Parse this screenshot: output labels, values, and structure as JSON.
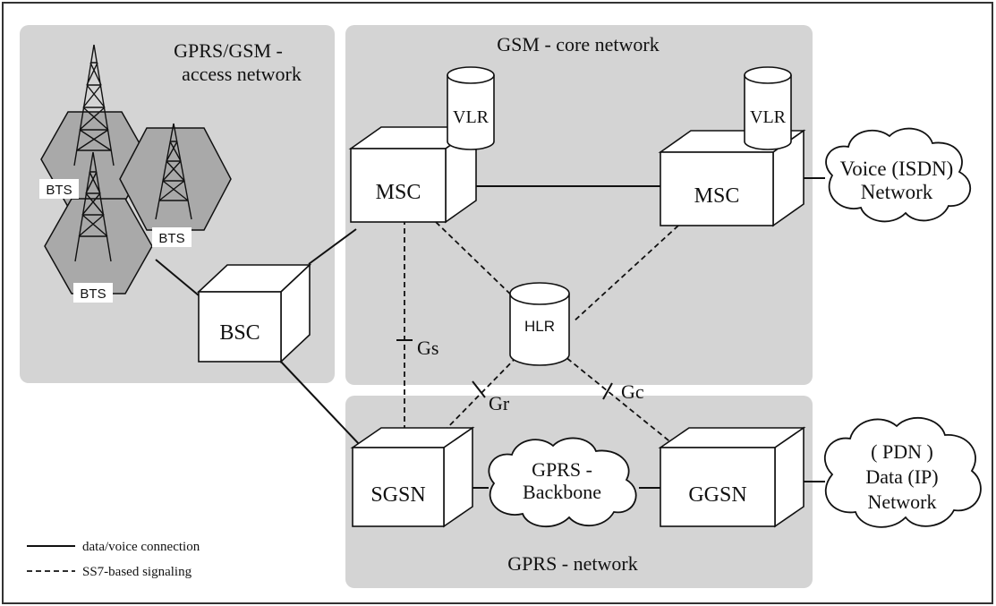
{
  "regions": {
    "access_title_line1": "GPRS/GSM -",
    "access_title_line2": "access network",
    "core_title": "GSM - core network",
    "gprs_title": "GPRS - network"
  },
  "nodes": {
    "msc_left": "MSC",
    "msc_right": "MSC",
    "vlr_left": "VLR",
    "vlr_right": "VLR",
    "hlr": "HLR",
    "bsc": "BSC",
    "sgsn": "SGSN",
    "ggsn": "GGSN",
    "bts_1": "BTS",
    "bts_2": "BTS",
    "bts_3": "BTS"
  },
  "clouds": {
    "voice_line1": "Voice (ISDN)",
    "voice_line2": "Network",
    "backbone_line1": "GPRS -",
    "backbone_line2": "Backbone",
    "pdn_line1": "( PDN )",
    "pdn_line2": "Data (IP)",
    "pdn_line3": "Network"
  },
  "interfaces": {
    "gs": "Gs",
    "gr": "Gr",
    "gc": "Gc"
  },
  "legend": {
    "solid_label": "data/voice connection",
    "dashed_label": "SS7-based signaling"
  }
}
